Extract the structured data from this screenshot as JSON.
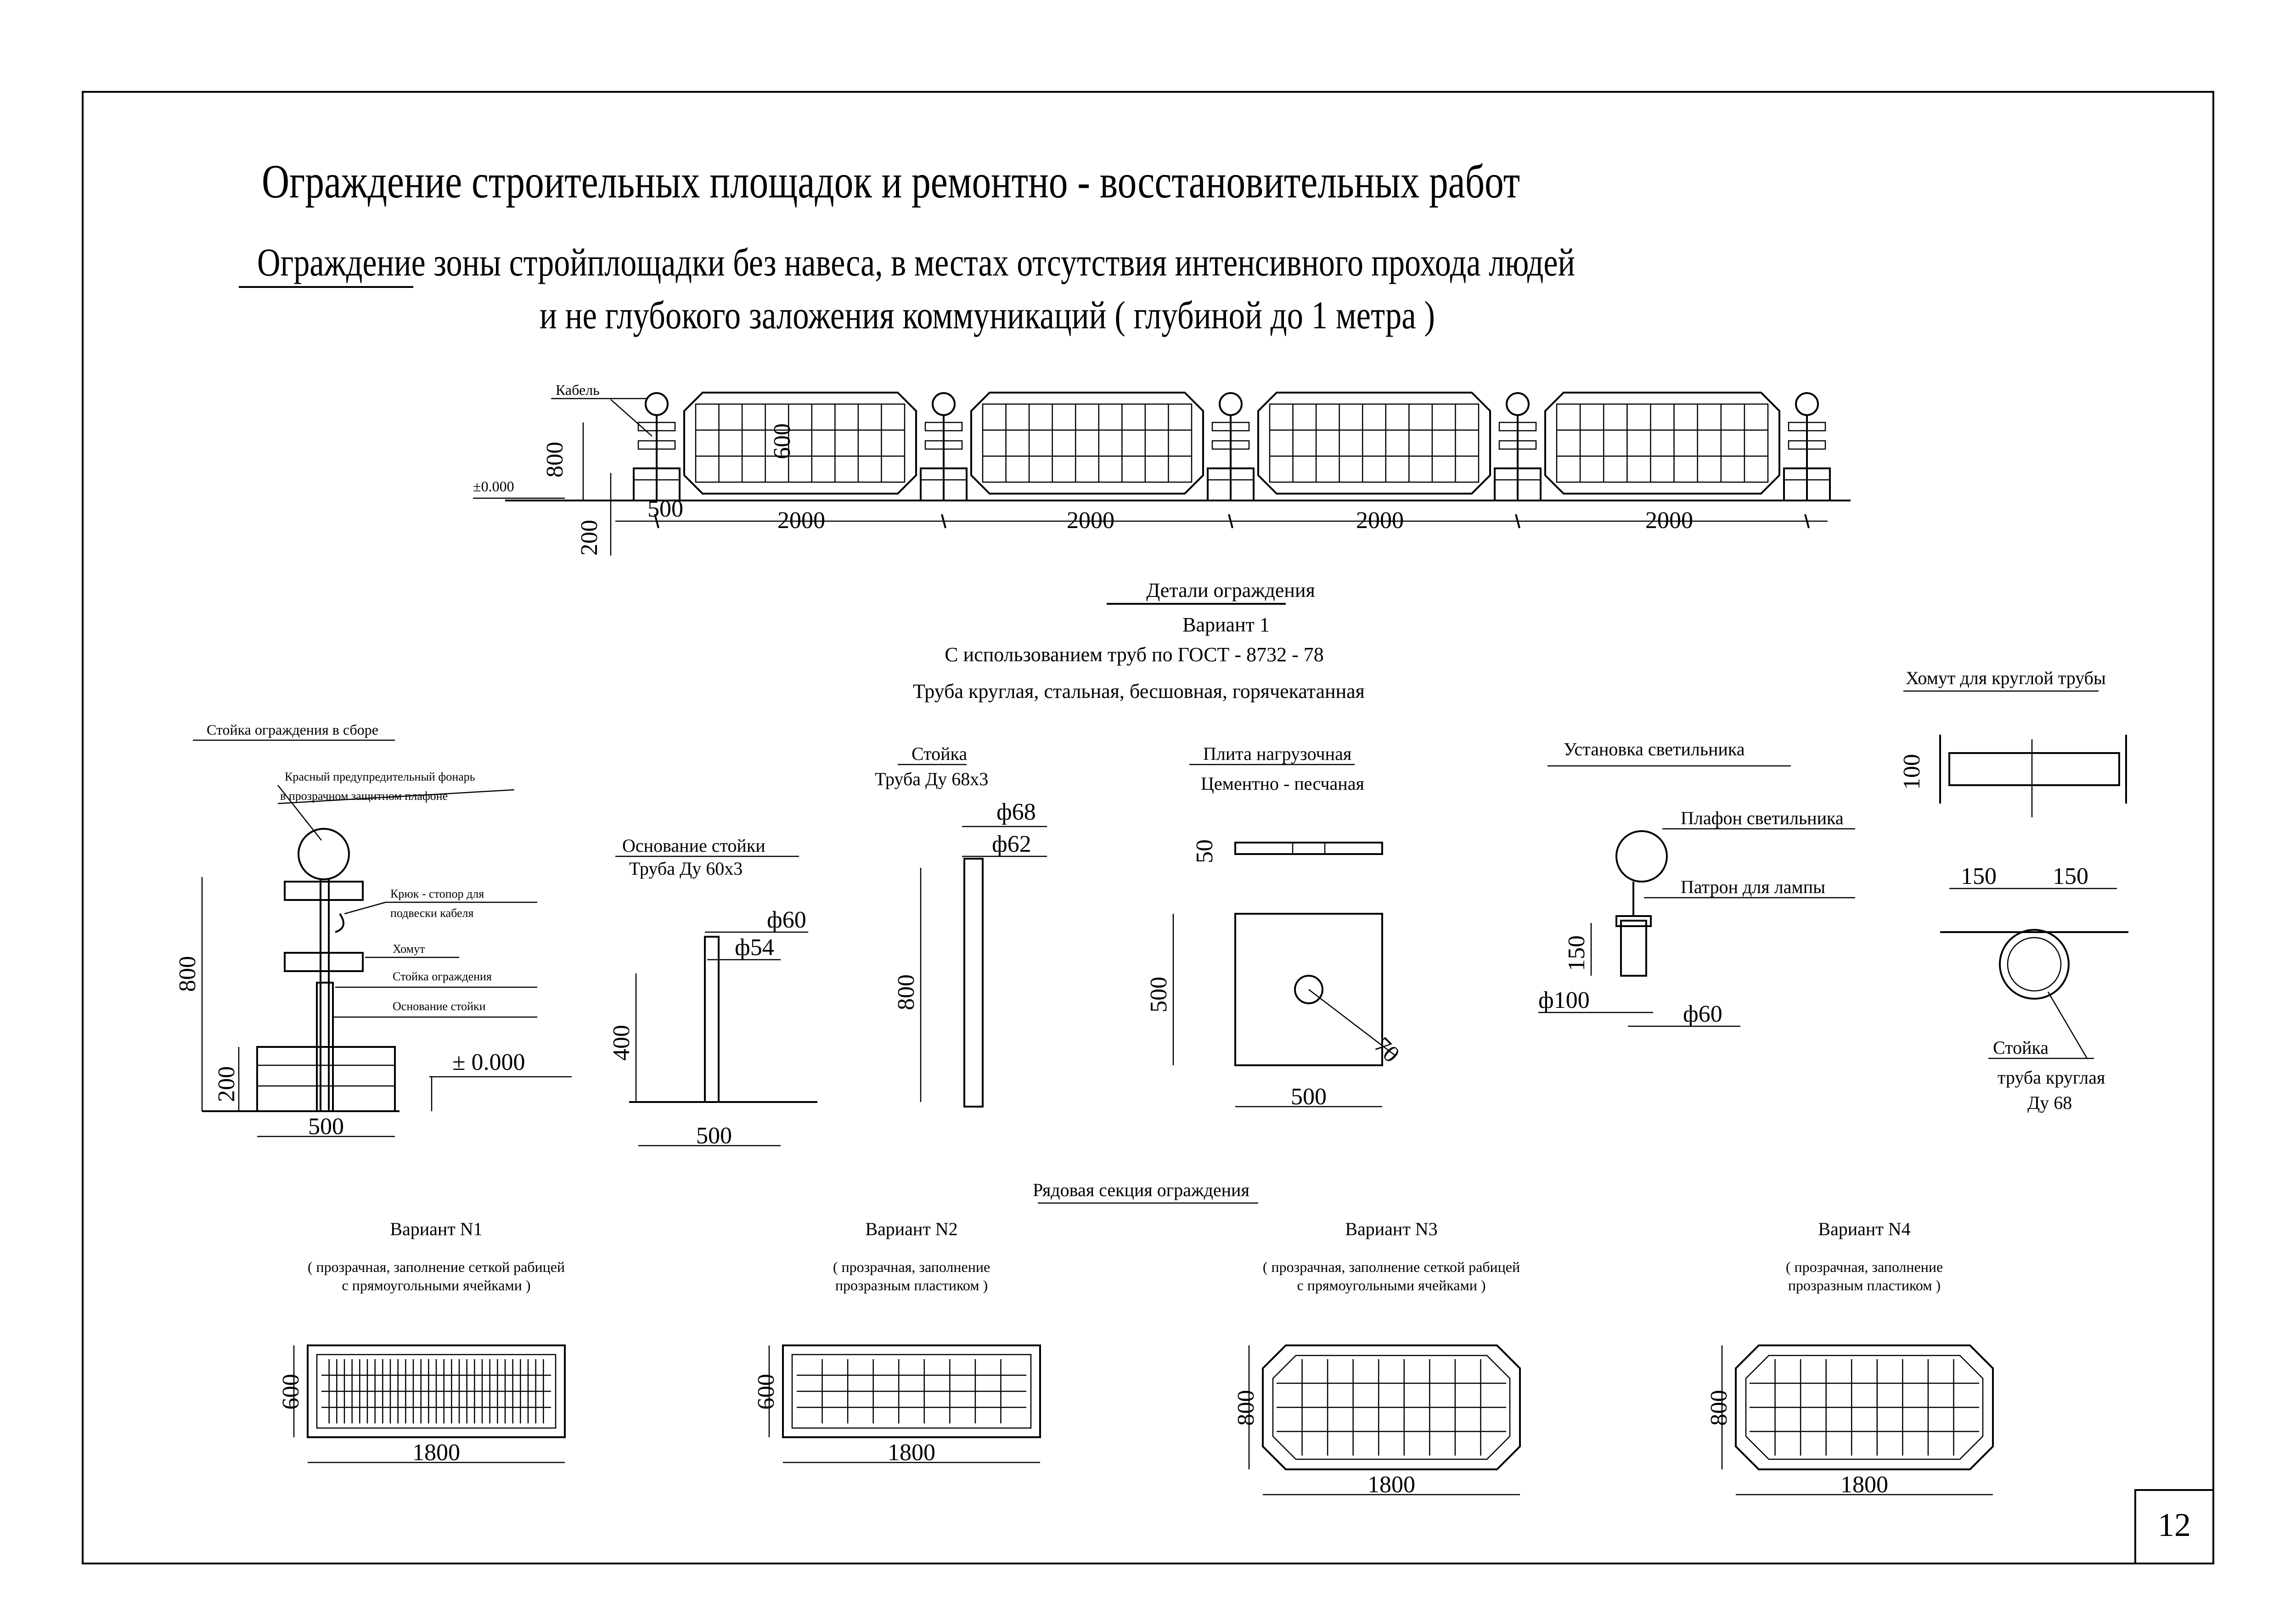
{
  "title": "Ограждение строительных площадок и ремонтно - восстановительных работ",
  "subtitle": {
    "line1": "Ограждение зоны стройплощадки без навеса, в местах отсутствия интенсивного прохода людей",
    "line2": "и не глубокого заложения коммуникаций ( глубиной до 1 метра )"
  },
  "elevation": {
    "cable_label": "Кабель",
    "level": "±0.000",
    "dim_800": "800",
    "dim_600": "600",
    "dim_200": "200",
    "dim_500": "500",
    "spans": [
      "2000",
      "2000",
      "2000",
      "2000"
    ]
  },
  "details": {
    "heading": "Детали ограждения",
    "variant": "Вариант 1",
    "gost": "С использованием труб по ГОСТ - 8732 - 78",
    "pipe": "Труба круглая, стальная, бесшовная, горячекатанная"
  },
  "post_assembly": {
    "title": "Стойка ограждения в сборе",
    "lamp_label_1": "Красный предупредительный фонарь",
    "lamp_label_2": "в прозрачном защитном плафоне",
    "hook_label_1": "Крюк - стопор для",
    "hook_label_2": "подвески кабеля",
    "clamp_label": "Хомут",
    "post_label": "Стойка ограждения",
    "base_label": "Основание стойки",
    "level": "± 0.000",
    "dim_800": "800",
    "dim_200": "200",
    "dim_500": "500"
  },
  "post_base": {
    "title": "Основание стойки",
    "pipe": "Труба Ду 60х3",
    "d_outer": "ф60",
    "d_inner": "ф54",
    "dim_400": "400",
    "dim_500": "500"
  },
  "post": {
    "title": "Стойка",
    "pipe": "Труба Ду 68х3",
    "d_outer": "ф68",
    "d_inner": "ф62",
    "dim_800": "800"
  },
  "load_plate": {
    "title": "Плита нагрузочная",
    "material": "Цементно - песчаная",
    "dim_50": "50",
    "dim_500_v": "500",
    "dim_500_h": "500",
    "dim_70": "70"
  },
  "lamp_install": {
    "title": "Установка светильника",
    "shade_label": "Плафон светильника",
    "socket_label": "Патрон для лампы",
    "dim_150": "150",
    "d_100": "ф100",
    "d_60": "ф60"
  },
  "clamp": {
    "title": "Хомут для круглой трубы",
    "dim_100": "100",
    "dim_150_left": "150",
    "dim_150_right": "150",
    "post_label": "Стойка",
    "pipe_label_1": "труба круглая",
    "pipe_label_2": "Ду 68"
  },
  "section": {
    "heading": "Рядовая секция ограждения",
    "variants": [
      {
        "title": "Вариант N1",
        "desc1": "( прозрачная, заполнение сеткой рабицей",
        "desc2": "с прямоугольными ячейками )",
        "height": "600",
        "width": "1800"
      },
      {
        "title": "Вариант N2",
        "desc1": "( прозрачная, заполнение",
        "desc2": "прозразным пластиком )",
        "height": "600",
        "width": "1800"
      },
      {
        "title": "Вариант N3",
        "desc1": "( прозрачная, заполнение сеткой рабицей",
        "desc2": "с прямоугольными ячейками )",
        "height": "800",
        "width": "1800"
      },
      {
        "title": "Вариант N4",
        "desc1": "( прозрачная, заполнение",
        "desc2": "прозразным пластиком )",
        "height": "800",
        "width": "1800"
      }
    ]
  },
  "page_number": "12"
}
